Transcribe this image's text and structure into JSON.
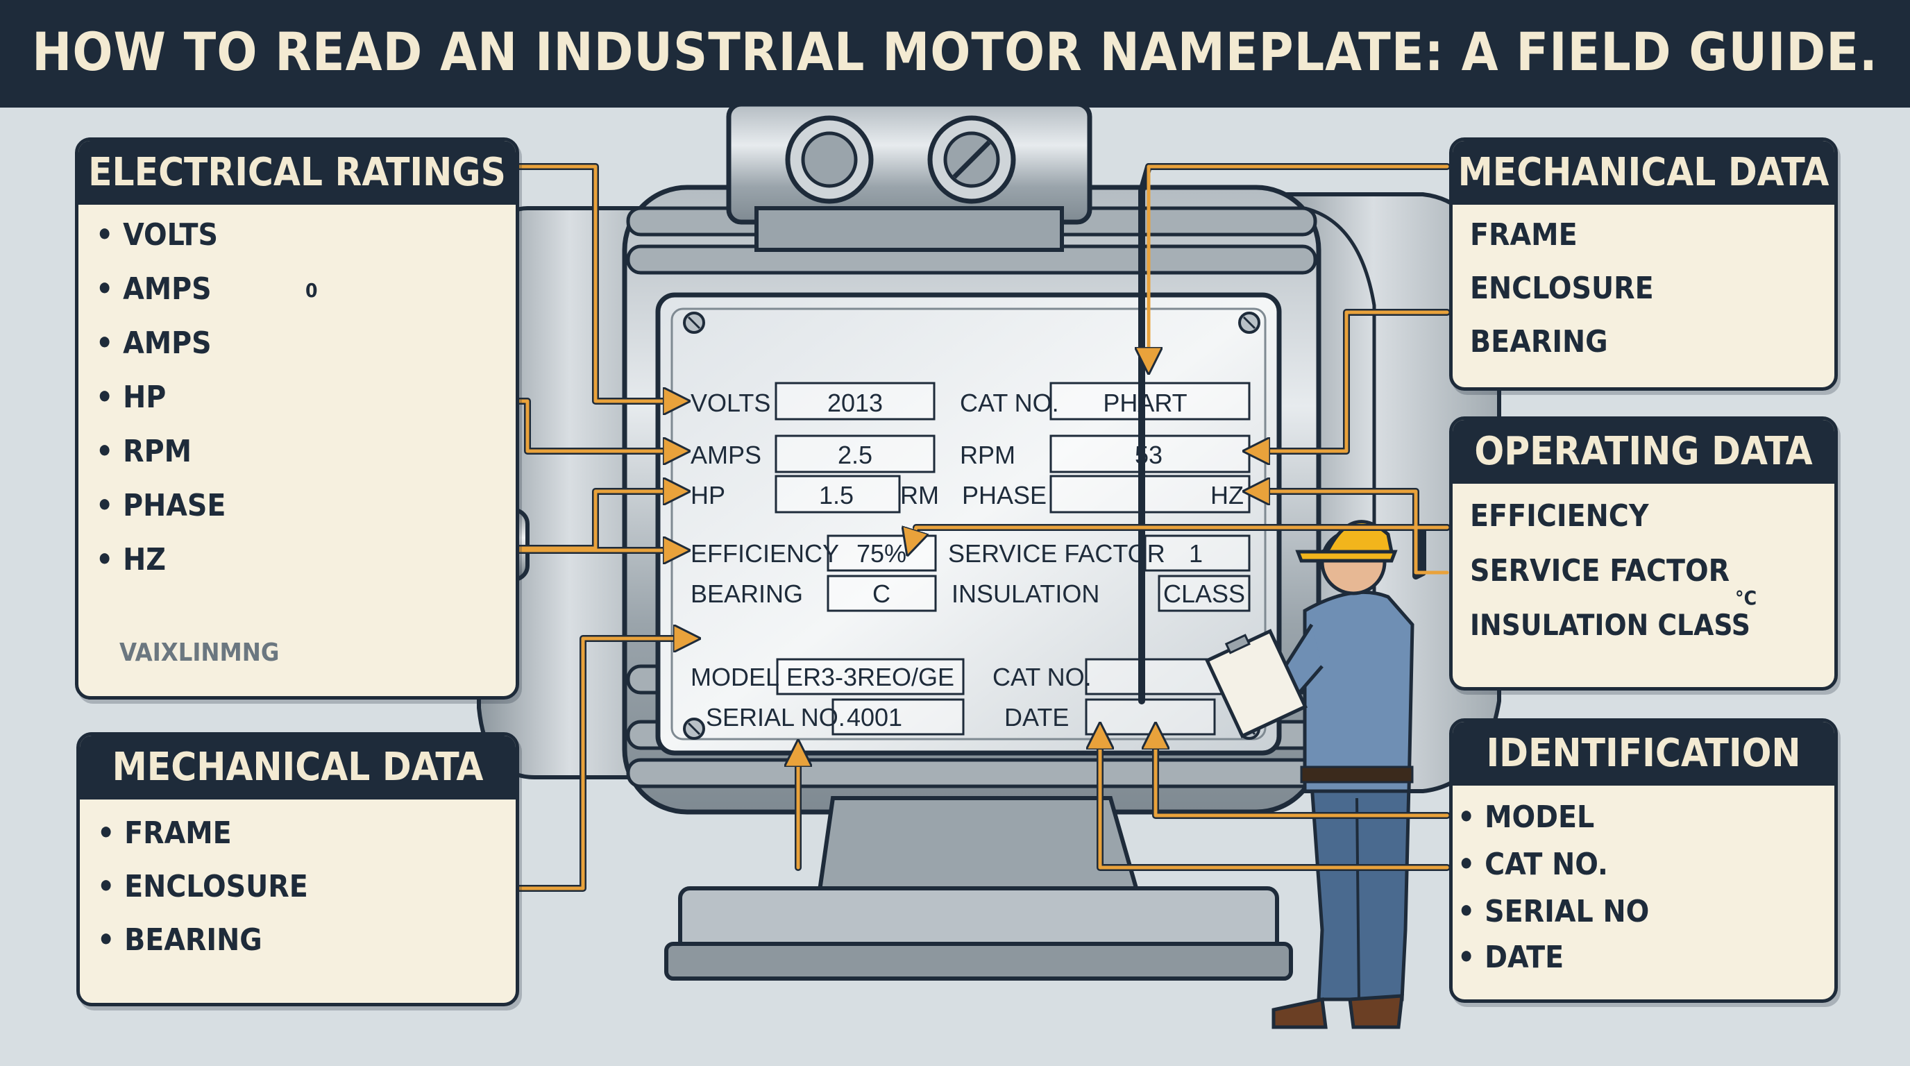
{
  "title": "HOW TO READ AN INDUSTRIAL MOTOR NAMEPLATE: A FIELD GUIDE.",
  "panels": {
    "electrical": {
      "heading": "ELECTRICAL RATINGS",
      "items": [
        "• VOLTS",
        "• AMPS",
        "• AMPS",
        "• HP",
        "• RPM",
        "• PHASE",
        "• HZ"
      ],
      "wave_zero_label": "0",
      "footer_label": "VAIXLINMNG"
    },
    "mechanical_left": {
      "heading": "MECHANICAL DATA",
      "items": [
        "• FRAME",
        "• ENCLOSURE",
        "• BEARING"
      ]
    },
    "mechanical_right": {
      "heading": "MECHANICAL DATA",
      "items": [
        "FRAME",
        "ENCLOSURE",
        "BEARING"
      ]
    },
    "operating": {
      "heading": "OPERATING DATA",
      "items": [
        "EFFICIENCY",
        "SERVICE FACTOR",
        "INSULATION CLASS"
      ],
      "gauge_unit": "°C"
    },
    "identification": {
      "heading": "IDENTIFICATION",
      "items": [
        "• MODEL",
        "• CAT NO.",
        "• SERIAL NO",
        "• DATE"
      ]
    }
  },
  "nameplate": {
    "volts_label": "VOLTS",
    "volts_value": "2013",
    "catno_label": "CAT NO.",
    "catno_value": "PHART",
    "amps_label": "AMPS",
    "amps_value": "2.5",
    "rpm_label": "RPM",
    "rpm_value": "53",
    "hp_label": "HP",
    "hp_value": "1.5",
    "hp_unit": "RM",
    "phase_label": "PHASE",
    "phase_value": "HZ",
    "efficiency_label": "EFFICIENCY",
    "efficiency_value": "75%",
    "service_factor_label": "SERVICE FACTOR",
    "service_factor_value": "1",
    "bearing_label": "BEARING",
    "bearing_value": "C",
    "insulation_label": "INSULATION",
    "insulation_value": "CLASS",
    "model_label": "MODEL",
    "model_value": "ER3-3REO/GE",
    "catno2_label": "CAT NO.",
    "catno2_value": "",
    "serial_label": "SERIAL NO.",
    "serial_value": "4001",
    "date_label": "DATE",
    "date_value": ""
  },
  "colors": {
    "navy": "#1e2b3a",
    "cream": "#f6f0df",
    "arrow": "#e9a23b",
    "wave_red": "#c8553d",
    "wave_fill": "#a9d2e0",
    "helmet": "#f2b51c",
    "background": "#d7dee2"
  }
}
